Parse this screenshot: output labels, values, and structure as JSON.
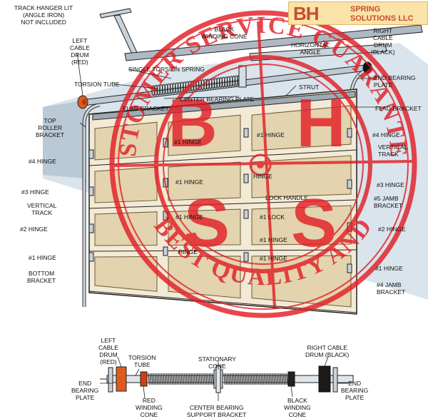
{
  "logo": {
    "letters": "BH",
    "name": "SPRING\nSOLUTIONS LLC",
    "color": "#c4502c",
    "background": "#fbe2a8"
  },
  "stamp": {
    "text_top": "CUSTOMER SERVICE GUARANTEED",
    "text_bottom": "BEST QUALITY AND",
    "letters": [
      "B",
      "H",
      "S",
      "S"
    ],
    "color": "#e21f26"
  },
  "labels": {
    "track_hanger": "TRACK HANGER LIT\n(ANGLE IRON)\nNOT INCLUDED",
    "left_cable_drum": "LEFT\nCABLE\nDRUM\n(RED)",
    "black_winding_cone": "BLACK\nWINDING CONE",
    "horizontal_angle": "HORIZONTAL\nANGLE",
    "right_cable_drum": "RIGHT\nCABLE\nDRUM\n(BLACK)",
    "single_torsion_spring": "SINGLE TORSION SPRING",
    "torsion_tube": "TORSION TUBE",
    "end_bearing_plate": "END BEARING\nPLATE",
    "center_bearing_plate": "CENTER BEARING PLATE",
    "strut": "STRUT",
    "flag_bracket_left": "FLAG BRACKET",
    "flag_bracket_right": "FLAG BRACKET",
    "top_roller_bracket": "TOP\nROLLER\nBRACKET",
    "hinge4_left": "#4 HINGE",
    "hinge3_left": "#3 HINGE",
    "vertical_track_left": "VERTICAL\nTRACK",
    "hinge2_left": "#2 HINGE",
    "hinge1_left": "#1 HINGE",
    "bottom_bracket": "BOTTOM\nBRACKET",
    "hinge4_right": "#4 HINGE",
    "vertical_track_right": "VERTICAL\nTRACK",
    "hinge3_right": "#3 HINGE",
    "jamb_bracket5": "#5 JAMB\nBRACKET",
    "hinge2_right": "#2 HINGE",
    "hinge1_right": "#1 HINGE",
    "jamb_bracket4": "#4 JAMB\nBRACKET",
    "hinge1_center_top": "#1 HINGE",
    "hinge_center": "HINGE",
    "lock_handle": "LOCK HANDLE",
    "lock": "#1 LOCK",
    "hinge1_center_b": "#1 HINGE",
    "hinge1_center_c": "#1 HINGE",
    "hinge_left_inner1": "#1 HINGE",
    "hinge_left_inner2": "#1 HINGE",
    "hinge_left_inner3": "#1 HINGE",
    "hinge_left_inner4": "HINGE"
  },
  "bottom_labels": {
    "left_cable_drum": "LEFT\nCABLE\nDRUM\n(RED)",
    "torsion_tube": "TORSION\nTUBE",
    "stationary_cone": "STATIONARY\nCONE",
    "right_cable_drum": "RIGHT CABLE\nDRUM (BLACK)",
    "end_bearing_plate_left": "END\nBEARING\nPLATE",
    "end_bearing_plate_right": "END\nBEARING\nPLATE",
    "red_winding_cone": "RED\nWINDING\nCONE",
    "center_bearing_support": "CENTER BEARING\nSUPPORT BRACKET",
    "black_winding_cone": "BLACK\nWINDING\nCONE"
  }
}
